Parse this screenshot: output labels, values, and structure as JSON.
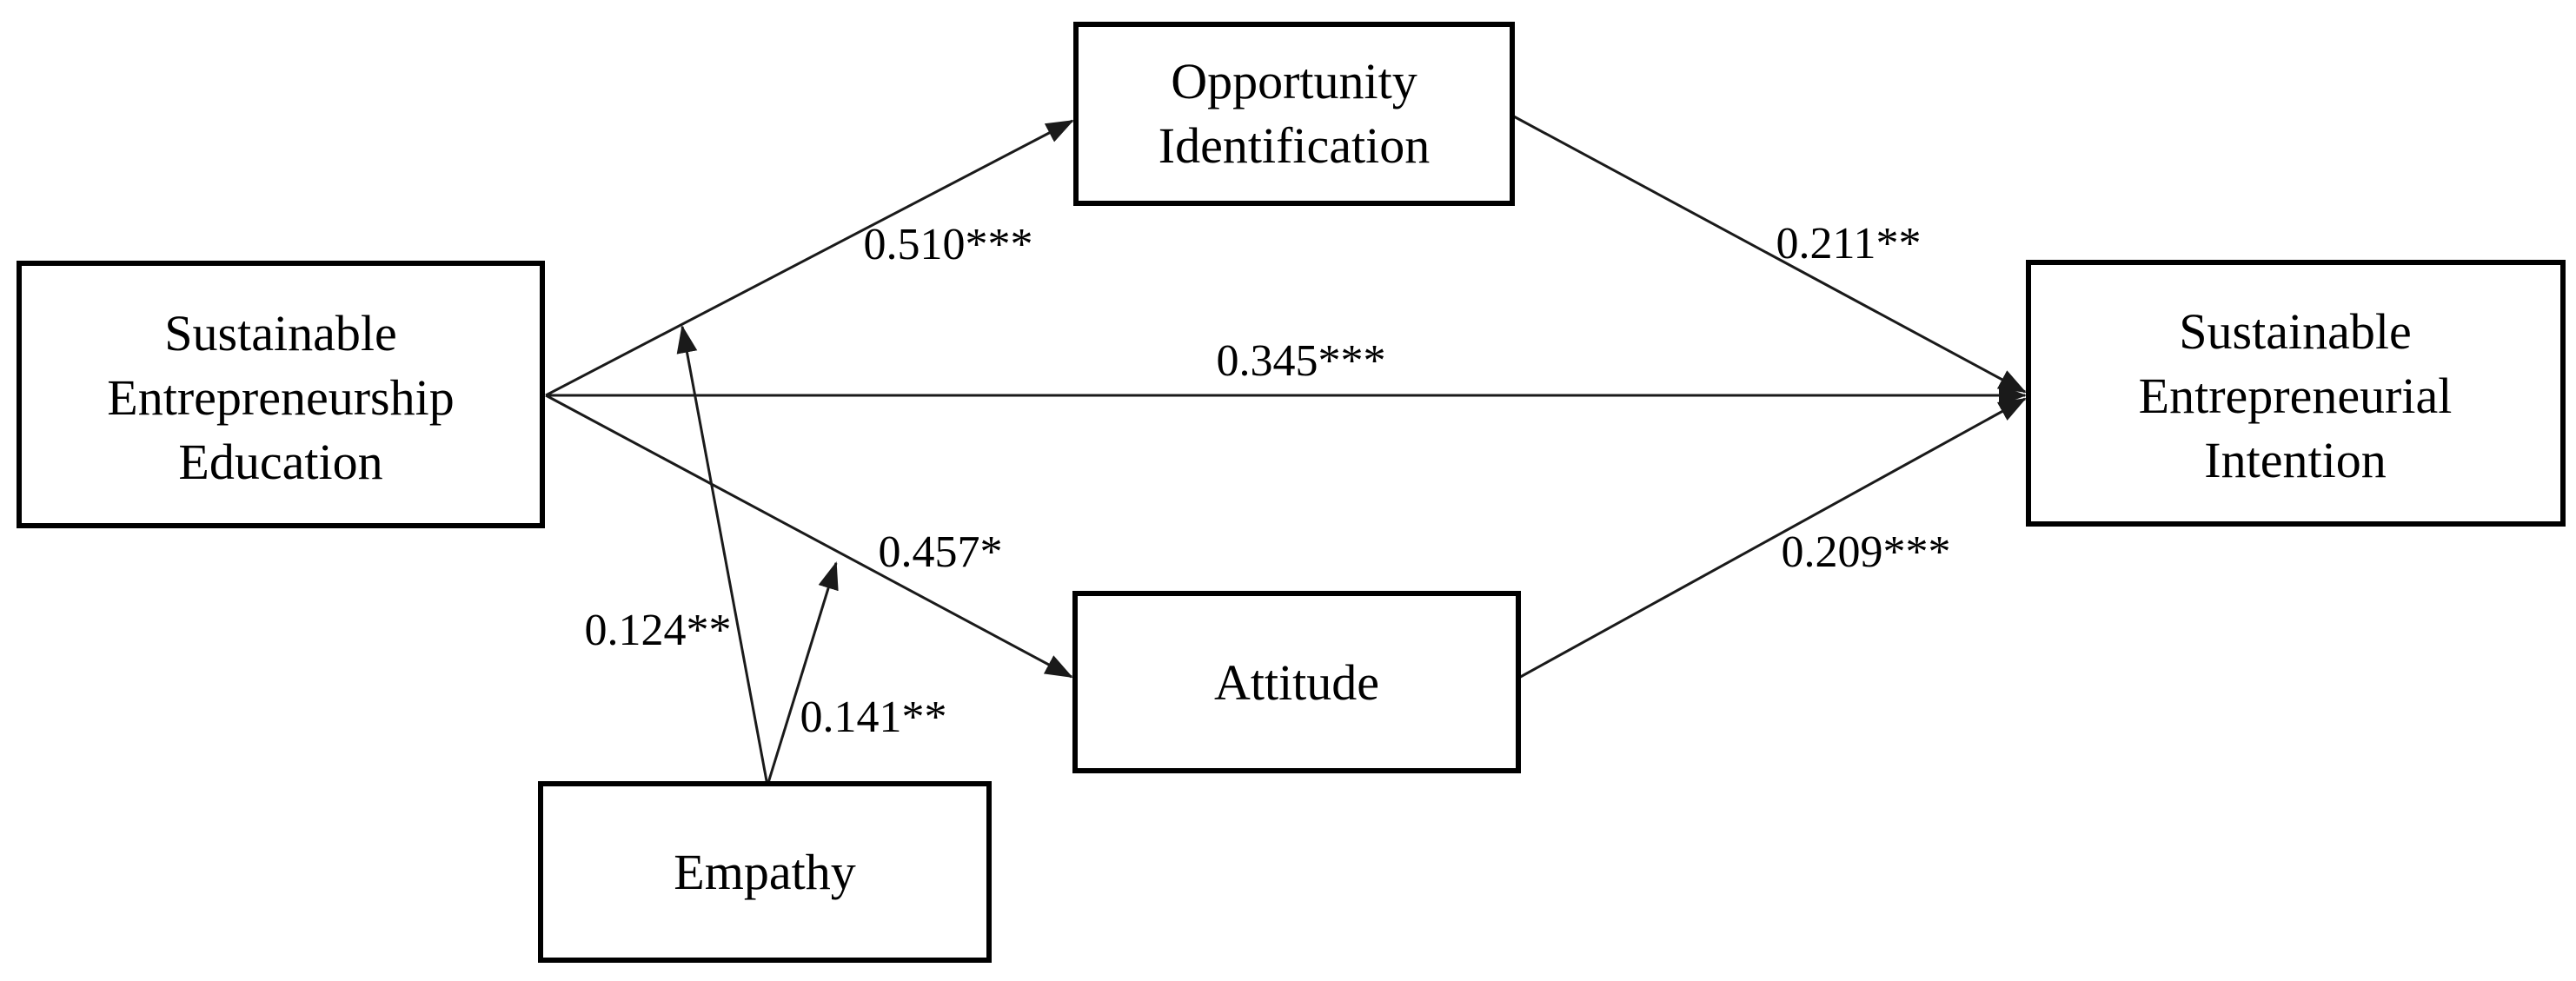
{
  "figure": {
    "type": "structural-path-model",
    "background": "#ffffff",
    "colors": {
      "line": "#1a1a1a",
      "box_border": "#000000",
      "box_fill": "#ffffff",
      "text": "#000000"
    },
    "nodes": [
      {
        "id": "see",
        "label": "Sustainable Entrepreneurship Education",
        "lines": [
          "Sustainable",
          "Entrepreneurship",
          "Education"
        ]
      },
      {
        "id": "opportunity-identification",
        "label": "Opportunity Identification",
        "lines": [
          "Opportunity",
          "Identification"
        ]
      },
      {
        "id": "attitude",
        "label": "Attitude",
        "lines": [
          "Attitude"
        ]
      },
      {
        "id": "empathy",
        "label": "Empathy",
        "lines": [
          "Empathy"
        ]
      },
      {
        "id": "sei",
        "label": "Sustainable Entrepreneurial Intention",
        "lines": [
          "Sustainable",
          "Entrepreneurial",
          "Intention"
        ]
      }
    ],
    "edges": [
      {
        "from": "Sustainable Entrepreneurship Education",
        "to": "Opportunity Identification",
        "label": "0.510***"
      },
      {
        "from": "Opportunity Identification",
        "to": "Sustainable Entrepreneurial Intention",
        "label": "0.211**"
      },
      {
        "from": "Sustainable Entrepreneurship Education",
        "to": "Sustainable Entrepreneurial Intention",
        "label": "0.345***"
      },
      {
        "from": "Sustainable Entrepreneurship Education",
        "to": "Attitude",
        "label": "0.457*"
      },
      {
        "from": "Attitude",
        "to": "Sustainable Entrepreneurial Intention",
        "label": "0.209***"
      },
      {
        "from": "Empathy",
        "to": "path Sustainable Entrepreneurship Education to Opportunity Identification",
        "label": "0.124**"
      },
      {
        "from": "Empathy",
        "to": "path Sustainable Entrepreneurship Education to Attitude",
        "label": "0.141**"
      }
    ]
  }
}
